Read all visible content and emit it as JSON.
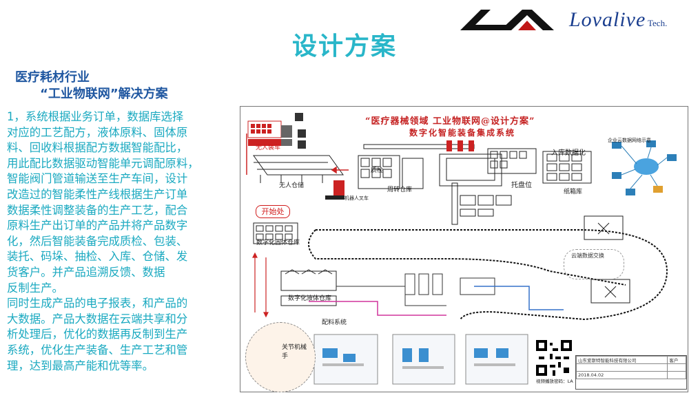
{
  "header": {
    "logo_text": "Lovalive",
    "logo_tech": "Tech.",
    "title": "设计方案"
  },
  "left": {
    "subtitle_line1": "医疗耗材行业",
    "subtitle_line2": "“工业物联网”解决方案",
    "body": "1，系统根据业务订单，数据库选择\n对应的工艺配方，液体原料、固体原\n料、回收料根据配方数据智能配比，\n用此配比数据驱动智能单元调配原料，\n智能阀门管道输送至生产车间，设计\n改造过的智能柔性产线根据生产订单\n数据柔性调整装备的生产工艺，配合\n原料生产出订单的产品并将产品数字\n化，然后智能装备完成质检、包装、\n装托、码垛、抽检、入库、仓储、发\n货客户。并产品追溯反馈、数据\n反制生产。\n同时生成产品的电子报表，和产品的\n大数据。产品大数据在云端共享和分\n析处理后，优化的数据再反制到生产\n系统，优化生产装备、生产工艺和管\n理，达到最高产能和优等率。",
    "body_corrected_note": ""
  },
  "diagram": {
    "title": "“医疗器械领域  工业物联网@设计方案”",
    "subtitle": "数字化智能装备集成系统",
    "labels": {
      "unmanned_loading": "无人装车",
      "unmanned_warehouse": "无人仓储",
      "robot_forklift": "机器人叉车",
      "quality_check": "质检",
      "turnover_warehouse": "周转仓库",
      "pallet_position": "托盘位",
      "warehousing_digital": "入库数据化",
      "carton_warehouse": "纸箱库",
      "start": "开始处",
      "digital_solid_storage": "数字化固体仓库",
      "digital_liquid_storage": "数字化液体仓库",
      "batching_system": "配料系统",
      "joint_robot_arm": "关节机械手",
      "cloud_data_exchange": "云端数据交换",
      "enterprise_cloud_display": "企业云数据网络示意",
      "video_password": "视频播放密码：LA",
      "date": "2018.04.02",
      "company": "山东爱斯特智能科技有限公司",
      "customer": "客户"
    }
  },
  "colors": {
    "title_cyan": "#29b6c9",
    "subtitle_blue": "#1e56a0",
    "body_cyan": "#1aa9c0",
    "diagram_red": "#c52222",
    "logo_blue": "#1a3e8f"
  }
}
